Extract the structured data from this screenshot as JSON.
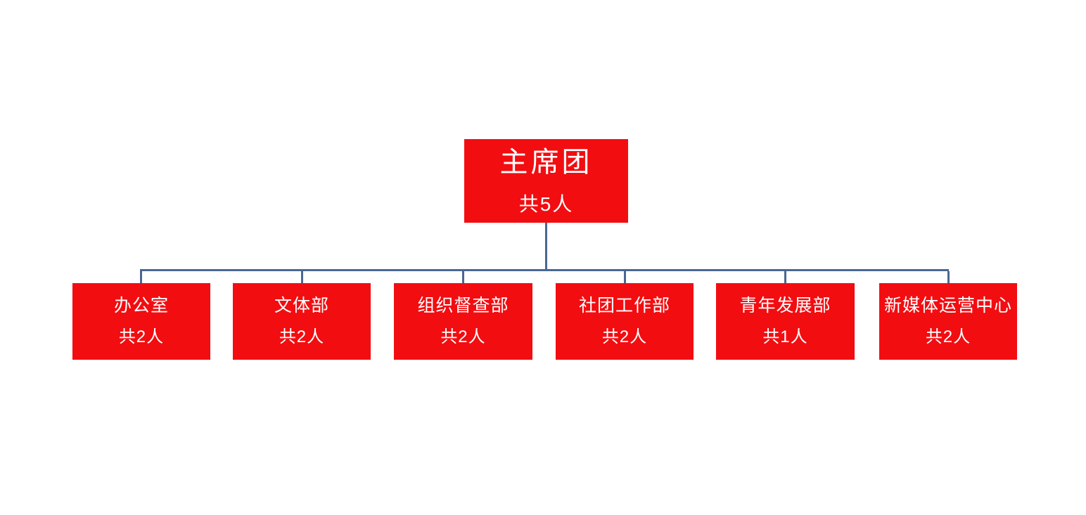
{
  "colors": {
    "box": "#f20d11",
    "line": "#4a6791",
    "text": "#ffffff",
    "background": "#ffffff"
  },
  "org_chart": {
    "root": {
      "name": "主席团",
      "count": "共5人"
    },
    "departments": [
      {
        "name": "办公室",
        "count": "共2人"
      },
      {
        "name": "文体部",
        "count": "共2人"
      },
      {
        "name": "组织督查部",
        "count": "共2人"
      },
      {
        "name": "社团工作部",
        "count": "共2人"
      },
      {
        "name": "青年发展部",
        "count": "共1人"
      },
      {
        "name": "新媒体运营中心",
        "count": "共2人"
      }
    ]
  }
}
